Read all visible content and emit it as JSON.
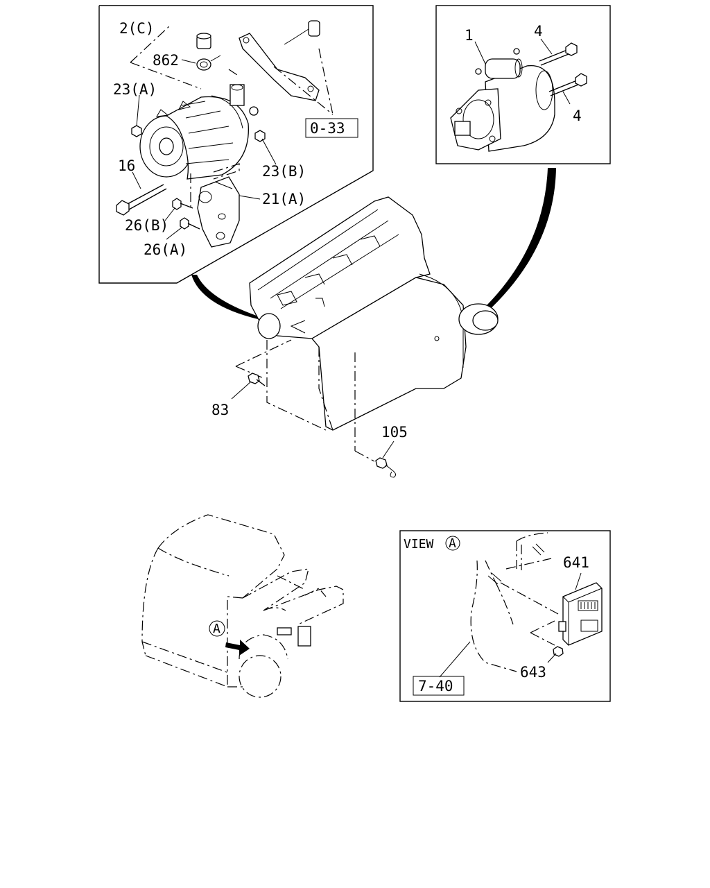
{
  "callouts": {
    "alt_pulley_cap": "2(C)",
    "washer": "862",
    "nut_a": "23(A)",
    "bolt_16": "16",
    "nut_b": "23(B)",
    "bracket": "21(A)",
    "bolt_26b": "26(B)",
    "bolt_26a": "26(A)",
    "ref_033": "0-33",
    "starter": "1",
    "starter_bolt_top": "4",
    "starter_bolt_bottom": "4",
    "ground_bolt": "83",
    "ground_bolt_105": "105",
    "relay_box": "641",
    "relay_nut": "643",
    "ref_740": "7-40"
  },
  "view_label": {
    "text": "VIEW",
    "marker": "A"
  },
  "vehicle_marker": "A"
}
